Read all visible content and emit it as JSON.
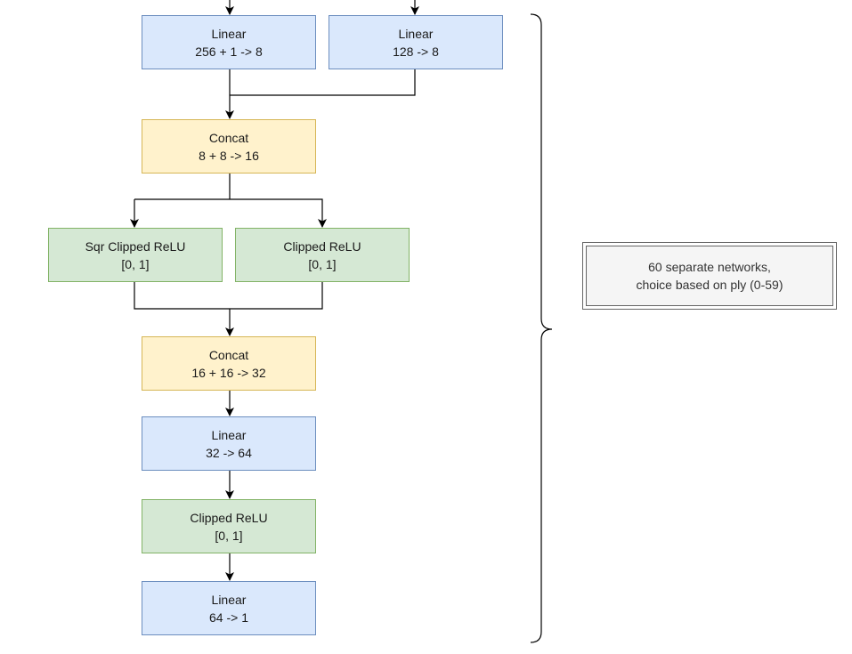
{
  "nodes": {
    "linear_a": {
      "title": "Linear",
      "detail": "256 + 1 -> 8"
    },
    "linear_b": {
      "title": "Linear",
      "detail": "128 -> 8"
    },
    "concat_1": {
      "title": "Concat",
      "detail": "8 + 8 -> 16"
    },
    "sqr_relu": {
      "title": "Sqr Clipped ReLU",
      "detail": "[0, 1]"
    },
    "relu_1": {
      "title": "Clipped ReLU",
      "detail": "[0, 1]"
    },
    "concat_2": {
      "title": "Concat",
      "detail": "16 + 16 -> 32"
    },
    "linear_c": {
      "title": "Linear",
      "detail": "32 -> 64"
    },
    "relu_2": {
      "title": "Clipped ReLU",
      "detail": "[0, 1]"
    },
    "linear_d": {
      "title": "Linear",
      "detail": "64 -> 1"
    }
  },
  "note": {
    "line1": "60 separate networks,",
    "line2": "choice based on ply (0-59)"
  },
  "colors": {
    "linear": "#dae8fc",
    "concat": "#fff2cc",
    "activation": "#d5e8d4",
    "note": "#f5f5f5"
  }
}
